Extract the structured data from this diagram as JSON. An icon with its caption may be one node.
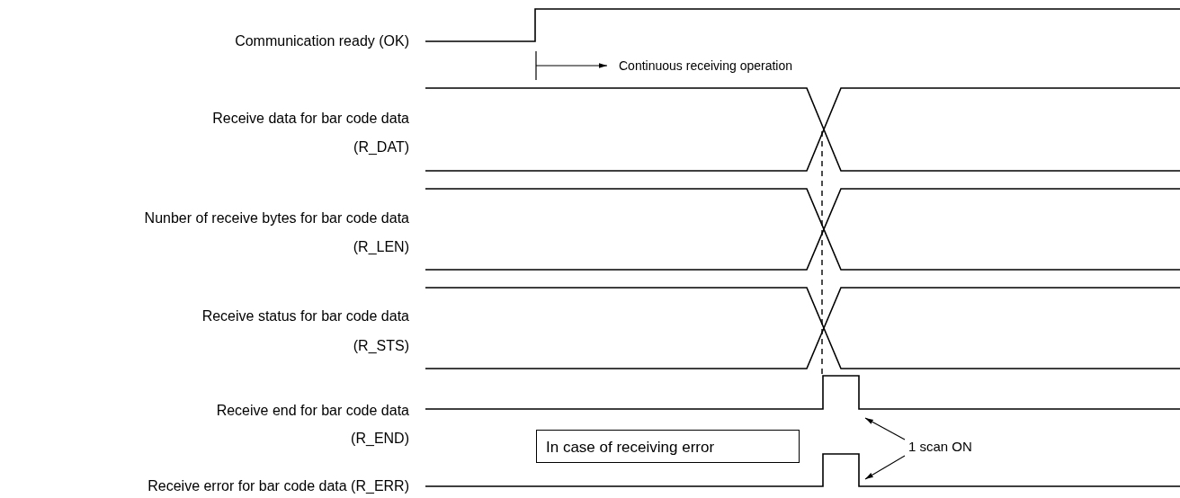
{
  "diagram": {
    "nodes": [
      {
        "text": [],
        "shape": "pulse"
      },
      {
        "text": [
          "In case of receiving error"
        ]
      },
      {
        "text": [
          "1 scan ON"
        ]
      },
      {
        "text": [],
        "shape": "pulse"
      }
    ],
    "edges": [
      {
        "from": 2,
        "to": 0,
        "arrow": "to"
      },
      {
        "from": 2,
        "to": 3,
        "arrow": "to"
      }
    ],
    "labels": [
      "Communication ready (OK)",
      "Continuous receiving operation",
      "Receive data for bar code data",
      "(R_DAT)",
      "Nunber of receive bytes for bar code data",
      "(R_LEN)",
      "Receive status for bar code data",
      "(R_STS)",
      "Receive end for bar code data",
      "(R_END)",
      "Receive error for bar code data (R_ERR)"
    ]
  }
}
